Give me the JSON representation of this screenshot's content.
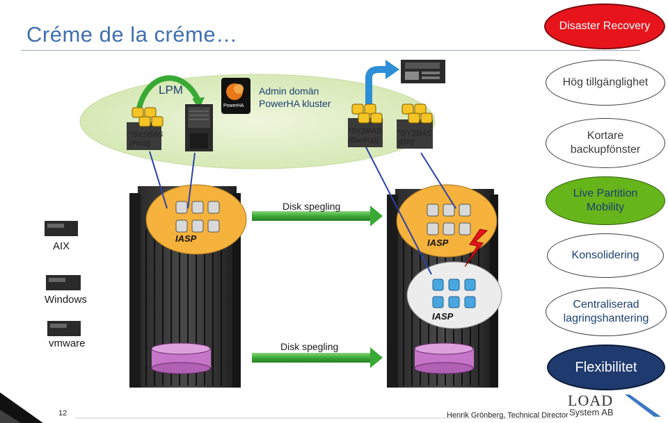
{
  "header": {
    "title": "Créme de la créme…"
  },
  "benefits": {
    "disaster_recovery": "Disaster Recovery",
    "high_availability": "Hög tillgänglighet",
    "backup_window_line1": "Kortare",
    "backup_window_line2": "backupfönster",
    "lpm_line1": "Live Partition",
    "lpm_line2": "Mobility",
    "consolidation": "Konsolidering",
    "storage_line1": "Centraliserad",
    "storage_line2": "lagringshantering",
    "flexibility": "Flexibilitet"
  },
  "cluster": {
    "lpm_label": "LPM",
    "admin_line1": "Admin domän",
    "admin_line2": "PowerHA kluster",
    "powerha_logo": "PowerHA",
    "prod_line1": "*SYSBAS",
    "prod_line2": "(Prod)",
    "backup_line1": "*SYSBAS",
    "backup_line2": "(Backup)",
    "dr_line1": "*SYSBAS",
    "dr_line2": "(DR)"
  },
  "middle": {
    "disk_mirror_top": "Disk spegling",
    "disk_mirror_bottom": "Disk spegling",
    "iasp_left": "IASP",
    "iasp_right_top": "IASP",
    "iasp_right_bottom": "IASP"
  },
  "os": {
    "aix": "AIX",
    "windows": "Windows",
    "vmware": "vmware"
  },
  "footer": {
    "page_number": "12",
    "author": "Henrik Grönberg, Technical Director",
    "logo_top": "LOAD",
    "logo_bottom": "System AB"
  },
  "colors": {
    "red_pill": "#e8141c",
    "green_pill": "#66b51b",
    "navy_pill": "#1f3a6e",
    "orange_pool": "#f5b23c",
    "cluster_bg": "#d8eab8",
    "purple_disk": "#c676c8",
    "arrow_green": "#39a935",
    "title_blue": "#3f6fae"
  }
}
